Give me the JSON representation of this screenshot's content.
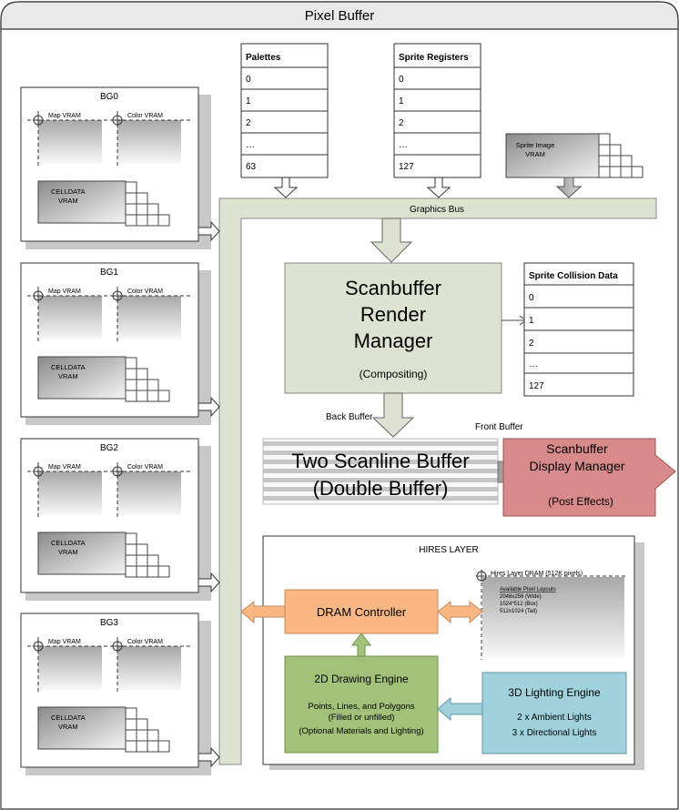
{
  "title": "Pixel Buffer",
  "palettes": {
    "header": "Palettes",
    "rows": [
      "0",
      "1",
      "2",
      "…",
      "63"
    ]
  },
  "sprite_registers": {
    "header": "Sprite Registers",
    "rows": [
      "0",
      "1",
      "2",
      "…",
      "127"
    ]
  },
  "sprite_image": {
    "line1": "Sprite Image",
    "line2": "VRAM"
  },
  "graphics_bus": "Graphics Bus",
  "bg_layers": [
    {
      "name": "BG0",
      "map": "Map VRAM",
      "color": "Color VRAM",
      "cell1": "CELLDATA",
      "cell2": "VRAM"
    },
    {
      "name": "BG1",
      "map": "Map VRAM",
      "color": "Color VRAM",
      "cell1": "CELLDATA",
      "cell2": "VRAM"
    },
    {
      "name": "BG2",
      "map": "Map VRAM",
      "color": "Color VRAM",
      "cell1": "CELLDATA",
      "cell2": "VRAM"
    },
    {
      "name": "BG3",
      "map": "Map VRAM",
      "color": "Color VRAM",
      "cell1": "CELLDATA",
      "cell2": "VRAM"
    }
  ],
  "render_manager": {
    "line1": "Scanbuffer",
    "line2": "Render",
    "line3": "Manager",
    "sub": "(Compositing)"
  },
  "collision": {
    "header": "Sprite Collision Data",
    "rows": [
      "0",
      "1",
      "2",
      "…",
      "127"
    ]
  },
  "back_buffer": "Back Buffer",
  "front_buffer": "Front Buffer",
  "scanline_buffer": {
    "line1": "Two Scanline Buffer",
    "line2": "(Double Buffer)"
  },
  "display_manager": {
    "line1": "Scanbuffer",
    "line2": "Display Manager",
    "sub": "(Post Effects)"
  },
  "hires": {
    "title": "HIRES LAYER",
    "dram_label": "Hires Layer DRAM (512K pixels)",
    "layouts_title": "Available Pixel Layouts",
    "layouts": [
      "2048x256 (Wide)",
      "1024*512 (Box)",
      "512x1024 (Tall)"
    ],
    "dram_controller": "DRAM Controller",
    "drawing_engine": {
      "title": "2D Drawing Engine",
      "line1": "Points, Lines, and Polygons",
      "line2": "(Filled or unfilled)",
      "line3": "(Optional Materials and Lighting)"
    },
    "lighting_engine": {
      "title": "3D Lighting Engine",
      "line1": "2 x Ambient Lights",
      "line2": "3 x Directional Lights"
    }
  },
  "colors": {
    "bus": "#dde3d0",
    "render": "#dde3d0",
    "display": "#d98a8a",
    "dram_controller": "#f9b784",
    "drawing_engine": "#a2c27a",
    "lighting_engine": "#9fd2dc"
  }
}
